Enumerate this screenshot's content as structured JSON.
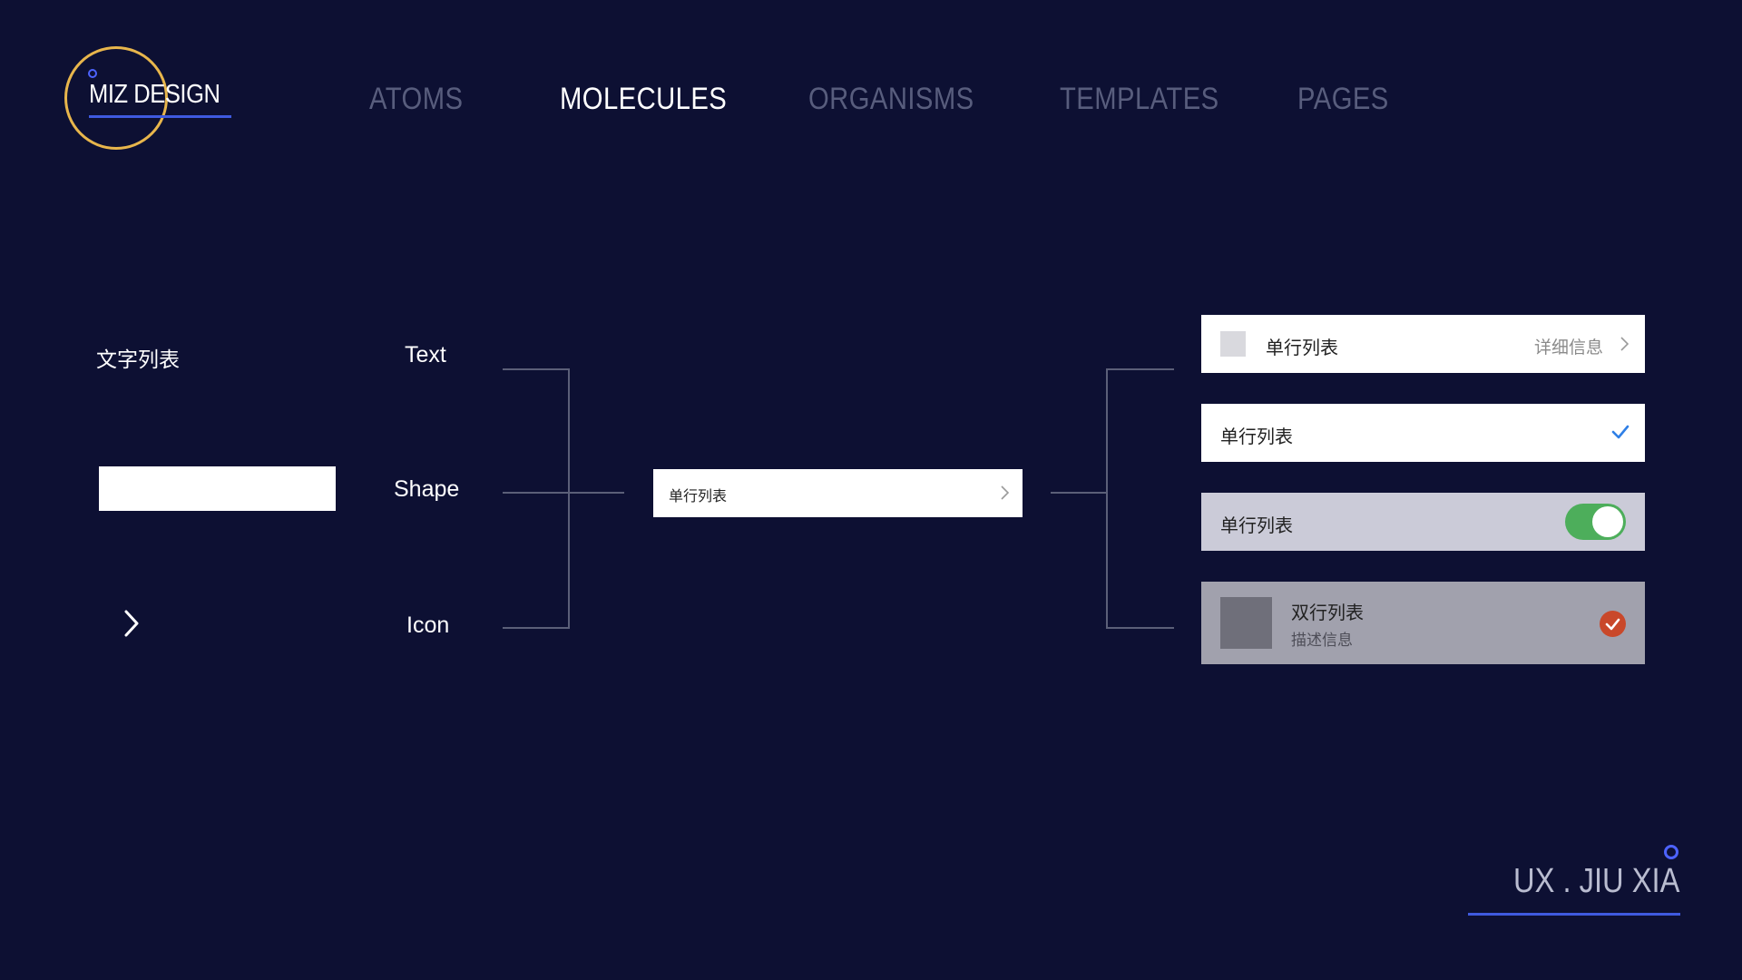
{
  "header": {
    "logo_text": "MIZ DESIGN",
    "nav": [
      {
        "label": "ATOMS",
        "active": false
      },
      {
        "label": "MOLECULES",
        "active": true
      },
      {
        "label": "ORGANISMS",
        "active": false
      },
      {
        "label": "TEMPLATES",
        "active": false
      },
      {
        "label": "PAGES",
        "active": false
      }
    ]
  },
  "atoms": {
    "title": "文字列表",
    "labels": {
      "text": "Text",
      "shape": "Shape",
      "icon": "Icon"
    },
    "icon_name": "chevron-right-icon"
  },
  "molecule": {
    "label": "单行列表",
    "icon_name": "chevron-right-icon"
  },
  "variants": {
    "row1": {
      "label": "单行列表",
      "detail": "详细信息",
      "icon_name": "chevron-right-icon"
    },
    "row2": {
      "label": "单行列表",
      "icon_name": "check-icon",
      "accent": "#2f7fe6"
    },
    "row3": {
      "label": "单行列表",
      "toggle_on": true,
      "accent": "#4dae5b"
    },
    "row4": {
      "title": "双行列表",
      "subtitle": "描述信息",
      "icon_name": "check-circle-icon",
      "accent": "#c9482a"
    }
  },
  "footer": {
    "text": "UX . JIU XIA"
  },
  "colors": {
    "background": "#0d1033",
    "brand_blue": "#3f5ae0",
    "logo_ring": "#e8b64c",
    "nav_inactive": "#585d7d"
  }
}
